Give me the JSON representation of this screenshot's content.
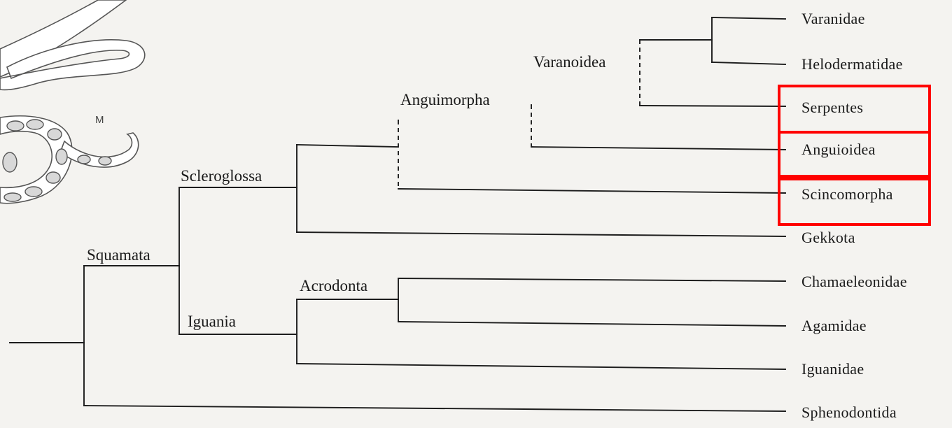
{
  "clades": {
    "squamata": "Squamata",
    "scleroglossa": "Scleroglossa",
    "iguania": "Iguania",
    "anguimorpha": "Anguimorpha",
    "acrodonta": "Acrodonta",
    "varanoidea": "Varanoidea"
  },
  "taxa": {
    "varanidae": "Varanidae",
    "helodermatidae": "Helodermatidae",
    "serpentes": "Serpentes",
    "anguioidea": "Anguioidea",
    "scincomorpha": "Scincomorpha",
    "gekkota": "Gekkota",
    "chamaeleonidae": "Chamaeleonidae",
    "agamidae": "Agamidae",
    "iguanidae": "Iguanidae",
    "sphenodontida": "Sphenodontida"
  },
  "illustration": {
    "panel_letter": "M"
  },
  "colors": {
    "highlight": "#ff0000",
    "line": "#1c1c1c",
    "paper": "#f4f3f0"
  }
}
